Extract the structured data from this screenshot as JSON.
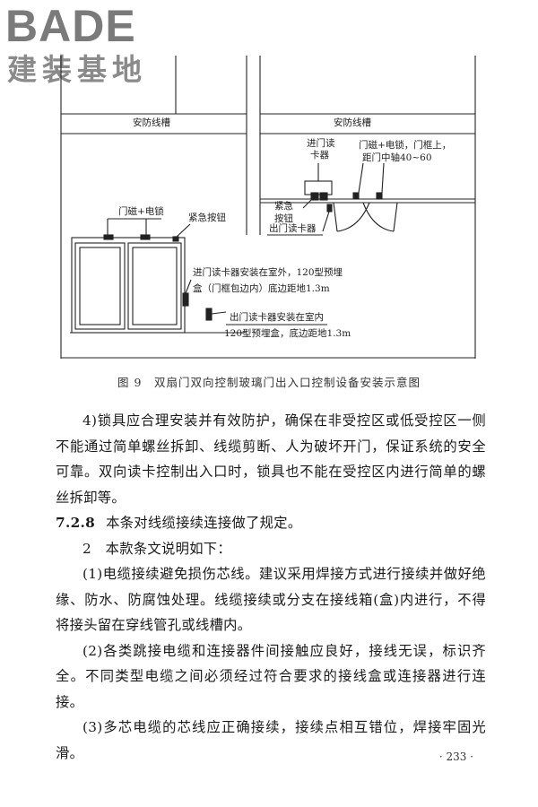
{
  "logo": {
    "brand": "BADE",
    "subtitle": "建装基地"
  },
  "figure": {
    "left": {
      "trough_label": "安防线槽",
      "lock_label": "门磁+电锁",
      "emergency_button_label": "紧急按钮",
      "entry_reader_note_line1": "进门读卡器安装在室外，120型预埋",
      "entry_reader_note_line2": "盒（门框包边内）底边距地1.3m",
      "exit_reader_note_line1": "出门读卡器安装在室内",
      "exit_reader_note_line2": "120型预埋盒，底边距地1.3m"
    },
    "right": {
      "trough_label": "安防线槽",
      "entry_reader_label_line1": "进门读",
      "entry_reader_label_line2": "卡器",
      "lock_label_line1": "门磁+电锁，门框上，",
      "lock_label_line2": "距门中轴40~60",
      "emergency_label_line1": "紧急",
      "emergency_label_line2": "按钮",
      "exit_reader_label": "出门读卡器"
    }
  },
  "caption": "图 9　双扇门双向控制玻璃门出入口控制设备安装示意图",
  "paragraphs": {
    "p4": "4)锁具应合理安装并有效防护，确保在非受控区或低受控区一侧不能通过简单螺丝拆卸、线缆剪断、人为破坏开门，保证系统的安全可靠。双向读卡控制出入口时，锁具也不能在受控区内进行简单的螺丝拆卸等。",
    "clause_no": "7.2.8",
    "clause_text": "本条对线缆接续连接做了规定。",
    "item2": "2　本款条文说明如下：",
    "s1": "(1)电缆接续避免损伤芯线。建议采用焊接方式进行接续并做好绝缘、防水、防腐蚀处理。线缆接续或分支在接线箱(盒)内进行，不得将接头留在穿线管孔或线槽内。",
    "s2": "(2)各类跳接电缆和连接器件间接触应良好，接线无误，标识齐全。不同类型电缆之间必须经过符合要求的接线盒或连接器进行连接。",
    "s3": "(3)多芯电缆的芯线应正确接续，接续点相互错位，焊接牢固光滑。"
  },
  "page_number": "· 233 ·"
}
